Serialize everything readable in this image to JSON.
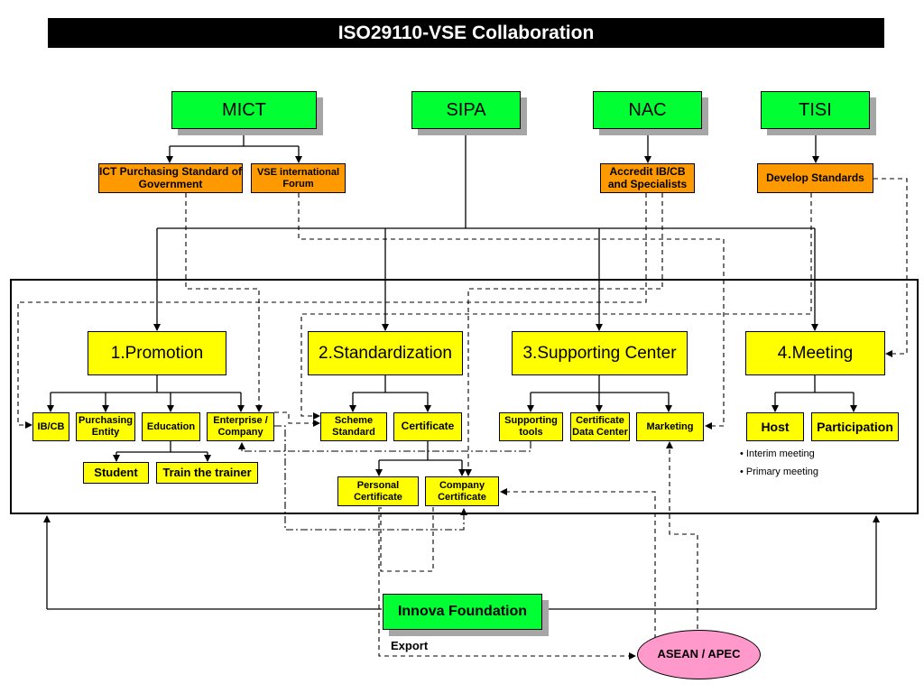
{
  "title": "ISO29110-VSE Collaboration",
  "agencies": {
    "mict": "MICT",
    "sipa": "SIPA",
    "nac": "NAC",
    "tisi": "TISI"
  },
  "initiatives": {
    "ict_purchasing": "ICT Purchasing Standard of Government",
    "vse_forum": "VSE international Forum",
    "accredit": "Accredit IB/CB and Specialists",
    "develop_standards": "Develop Standards"
  },
  "pillars": {
    "promotion": "1.Promotion",
    "standardization": "2.Standardization",
    "supporting_center": "3.Supporting Center",
    "meeting": "4.Meeting"
  },
  "promotion_items": {
    "ibcb": "IB/CB",
    "purchasing_entity": "Purchasing Entity",
    "education": "Education",
    "enterprise": "Enterprise / Company",
    "student": "Student",
    "train_trainer": "Train the trainer"
  },
  "standardization_items": {
    "scheme_standard": "Scheme Standard",
    "certificate": "Certificate",
    "personal_certificate": "Personal Certificate",
    "company_certificate": "Company Certificate"
  },
  "supporting_items": {
    "supporting_tools": "Supporting tools",
    "certificate_data_center": "Certificate Data Center",
    "marketing": "Marketing"
  },
  "meeting_items": {
    "host": "Host",
    "participation": "Participation",
    "bullets": [
      "Interim meeting",
      "Primary meeting"
    ]
  },
  "bottom": {
    "innova": "Innova Foundation",
    "export": "Export",
    "asean": "ASEAN / APEC"
  }
}
